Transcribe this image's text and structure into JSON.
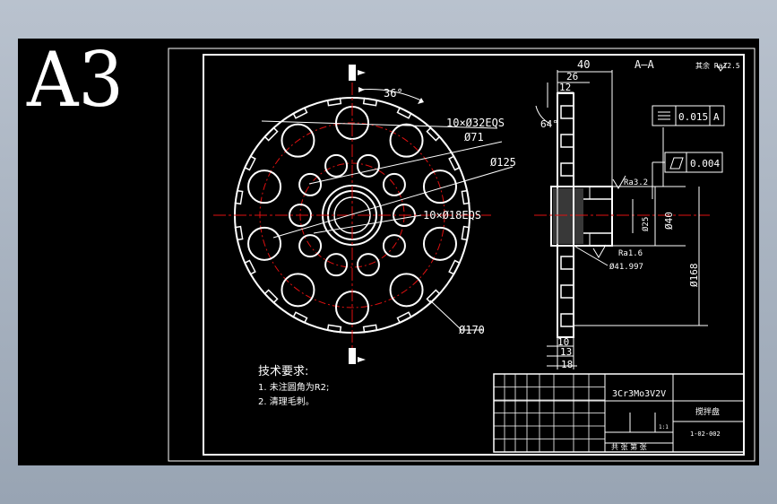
{
  "sheet": {
    "size_label": "A3",
    "section_label": "A—A",
    "roughness_note": "其余 Ra12.5"
  },
  "front_view": {
    "dim_angle": "36°",
    "dim_holes_outer": "10×Ø32EQS",
    "dim_pcd_inner": "Ø71",
    "dim_pcd_outer": "Ø125",
    "dim_holes_inner": "10×Ø18EQS",
    "dim_outer": "Ø170"
  },
  "side_view": {
    "dim_width": "40",
    "dim_26": "26",
    "dim_12": "12",
    "dim_chamfer_angle": "64°",
    "flatness_value": "0.015",
    "flatness_datum": "A",
    "runout_value": "0.004",
    "ra_top": "Ra3.2",
    "ra_bottom": "Ra1.6",
    "dim_bore": "Ø25",
    "dim_hub": "Ø40",
    "dim_bore_tol": "Ø41.997",
    "dim_dia": "Ø168",
    "dim_10": "10",
    "dim_13": "13",
    "dim_18": "18"
  },
  "notes": {
    "title": "技术要求:",
    "items": [
      "1. 未注圆角为R2;",
      "2. 清理毛刺。"
    ]
  },
  "title_block": {
    "material": "3Cr3Mo3V2V",
    "part_name": "搅拌盘",
    "drawing_no": "1-02-002",
    "scale": "1:1",
    "sheet_info": "共 张 第 张"
  }
}
